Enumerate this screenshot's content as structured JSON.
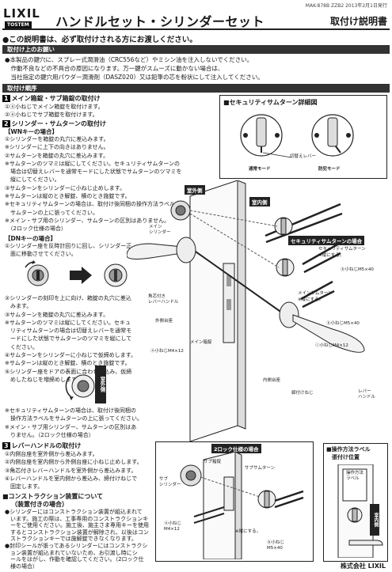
{
  "header": {
    "doc_code": "MAK-878B  ZZB2  2013年2月1日発行",
    "brand": "LIXIL",
    "sub_brand": "TOSTEM",
    "title": "ハンドルセット・シリンダーセット",
    "subtitle": "取付け説明書"
  },
  "intro_note": "●この説明書は、必ず取付けされる方にお渡しください。",
  "request": {
    "heading": "取付け上のお願い",
    "lines": [
      "●本製品の鍵穴に、スプレー式潤滑油（CRC556など）やミシン油を注入しないでください。",
      "　作動不良などの不具合の原因になります。万一鍵がスムーズに動かない場合は、",
      "　当社指定の鍵穴用パウダー潤滑剤（DASZ020）又は鉛筆の芯を粉状にして注入してください。"
    ]
  },
  "procedure": {
    "heading": "取付け順序",
    "s1": {
      "num": "1",
      "title": "メイン箱錠・サブ箱錠の取付け",
      "lines": [
        "①ⓐ小ねじでメイン箱錠を取付けます。",
        "②ⓐ小ねじでサブ箱錠を取付けます。"
      ]
    },
    "s2": {
      "num": "2",
      "title": "シリンダー・サムターンの取付け",
      "wn_title": "【WNキーの場合】",
      "wn_lines": [
        "①シリンダーを箱錠の丸穴に差込みます。",
        "※シリンダーに上下の向きはありません。",
        "②サムターンを箱錠の丸穴に差込みます。",
        "※サムターンのツマミは縦にしてください。セキュリティサムターンの",
        "　場合は切替えレバーを通常モードにした状態でサムターンのツマミを",
        "　縦にしてください。",
        "③サムターンをシリンダーに小ねじ止めします。",
        "※サムターンは縦のとき解錠、横のとき施錠です。",
        "※セキュリティサムターンの場合は、取付け後同梱の操作方法ラベルを",
        "　サムターンの上に張ってください。",
        "※メイン・サブ用のシリンダー、サムターンの区別はありません。",
        "　（2ロック仕様の場合）"
      ],
      "dn_title": "【DNキーの場合】",
      "dn_lines_a": [
        "①シリンダー座を反時計回りに回し、シリンダー正",
        "　面に移動させてください。"
      ],
      "dn_lines_b": [
        "②シリンダーの刻印を上に向け、箱錠の丸穴に差込",
        "　みます。",
        "③サムターンを箱錠の丸穴に差込みます。",
        "※サムターンのツマミは縦にしてください。セキュ",
        "　リティサムターンの場合は切替えレバーを通常モ",
        "　ードにした状態でサムターンのツマミを縦にして",
        "　ください。",
        "④サムターンをシリンダーに小ねじで仮締めします。",
        "※サムターンは縦のとき解錠、横のとき施錠です。",
        "⑤シリンダー座をドアの表面に合わせ締込み、仮締",
        "　めしたねじを増締めします。"
      ],
      "dn_lines_c": [
        "※セキュリティサムターンの場合は、取付け後同梱の",
        "　操作方法ラベルをサムターンの上に張ってください。",
        "※メイン・サブ用シリンダー、サムターンの区別はあ",
        "　りません。（2ロック仕様の場合）"
      ],
      "outdoor_tag": "室外側"
    },
    "s3": {
      "num": "3",
      "title": "レバーハンドルの取付け",
      "lines": [
        "①内側台座を室外側から差込みます。",
        "②内側台座を室内側から外側台座に小ねじ止めします。",
        "③角芯付きレバーハンドルを室外側から差込みます。",
        "④レバーハンドルを室内側から差込み、締付けねじで",
        "　固定します。"
      ]
    },
    "construction": {
      "title": "■コンストラクション装置について",
      "title2": "（装置付きの場合）",
      "lines": [
        "●シリンダーにはコンストラクション装置が組込まれて",
        "　います。施工の際は、工事専用のコンストラクションキ",
        "　ーをご使用ください。施工後、施主さま専用キーを使用",
        "　するとコンストラクション装置が解除され、以後はコン",
        "　ストラクションキーでは施解錠できなくなります。",
        "●封印シールが張ってあるシリンダーにはコンストラクシ",
        "　ョン装置が組込まれていないため、お引渡し時にシ",
        "　ールをはがし、作動を確認してください。（2ロック仕",
        "　様の場合）"
      ]
    }
  },
  "security_detail": {
    "title": "■セキュリティサムターン詳細図",
    "switch_lever": "切替えレバー",
    "normal_mode": "通常モード",
    "crime_mode": "防犯モード"
  },
  "main_diagram": {
    "outdoor": "室外側",
    "indoor": "室内側",
    "security_case": "セキュリティサムターンの場合",
    "labels": {
      "main_cylinder": "メイン\nシリンダー",
      "square_lever": "角芯付き\nレバーハンドル",
      "outer_seat": "外側台座",
      "main_lock": "メイン箱錠",
      "screw_a": "ⓐ小ねじM4×12",
      "inner_seat": "内側台座",
      "fastening_screw": "締付けねじ",
      "lever_handle": "レバー\nハンドル",
      "sec_thumbturn": "セキュリティサムターン",
      "vertical_note": "※縦にする。",
      "screw_m5": "ⓑ小ねじM5×40",
      "main_thumbturn": "メインサムターン",
      "vertical_note2": "※縦にする。",
      "screw_m5b": "ⓑ小ねじM5×40",
      "screw_m4b": "ⓒ小ねじM4×12"
    }
  },
  "lock2_diagram": {
    "title": "2ロック仕様の場合",
    "sub_cylinder": "サブ\nシリンダー",
    "sub_lock": "サブ箱錠",
    "screw_a": "ⓐ小ねじ\nM4×12",
    "sub_thumbturn": "サブサムターン",
    "vertical_note": "※縦にする。",
    "screw_b": "ⓑ小ねじ\nM5×40"
  },
  "label_position": {
    "title": "■操作方法ラベル\n　張付け位置",
    "label_text": "操作方法\nラベル",
    "indoor": "室内側"
  },
  "footer": {
    "company": "株式会社 LIXIL"
  }
}
